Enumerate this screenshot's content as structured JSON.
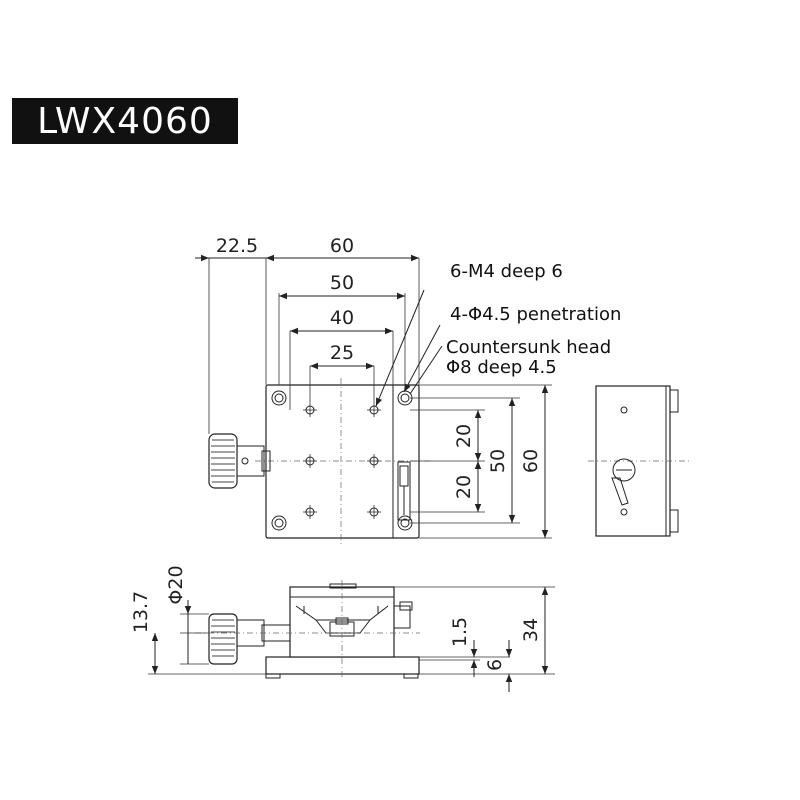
{
  "title": "LWX4060",
  "dims": {
    "w225": "22.5",
    "w60": "60",
    "w50": "50",
    "w40": "40",
    "w25": "25",
    "h20a": "20",
    "h20b": "20",
    "h50": "50",
    "h60": "60",
    "h137": "13.7",
    "phi20": "Φ20",
    "h15": "1.5",
    "h6": "6",
    "h34": "34"
  },
  "notes": {
    "m4": "6-M4 deep 6",
    "phi45": "4-Φ4.5 penetration",
    "csk1": "Countersunk head",
    "csk2": "Φ8 deep 4.5"
  }
}
